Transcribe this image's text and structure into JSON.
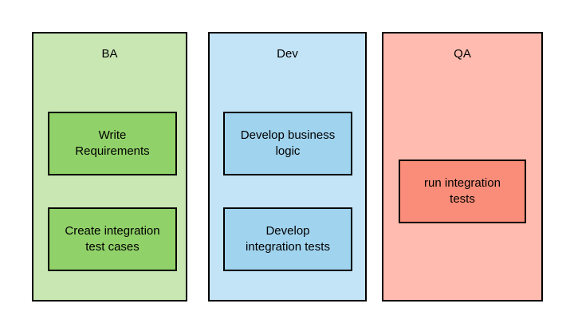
{
  "diagram": {
    "kind": "swimlane",
    "background": "#ffffff",
    "border_color": "#000000",
    "text_color": "#000000",
    "lanes": [
      {
        "title": "BA",
        "lane_fill": "#c9e7b3",
        "node_fill": "#91d169",
        "nodes": [
          {
            "label": "Write\nRequirements"
          },
          {
            "label": "Create integration\ntest cases"
          }
        ]
      },
      {
        "title": "Dev",
        "lane_fill": "#c3e3f6",
        "node_fill": "#a0d3ee",
        "nodes": [
          {
            "label": "Develop business\nlogic"
          },
          {
            "label": "Develop\nintegration tests"
          }
        ]
      },
      {
        "title": "QA",
        "lane_fill": "#ffbbaf",
        "node_fill": "#fa8d79",
        "nodes": [
          {
            "label": "run integration\ntests"
          }
        ]
      }
    ]
  }
}
